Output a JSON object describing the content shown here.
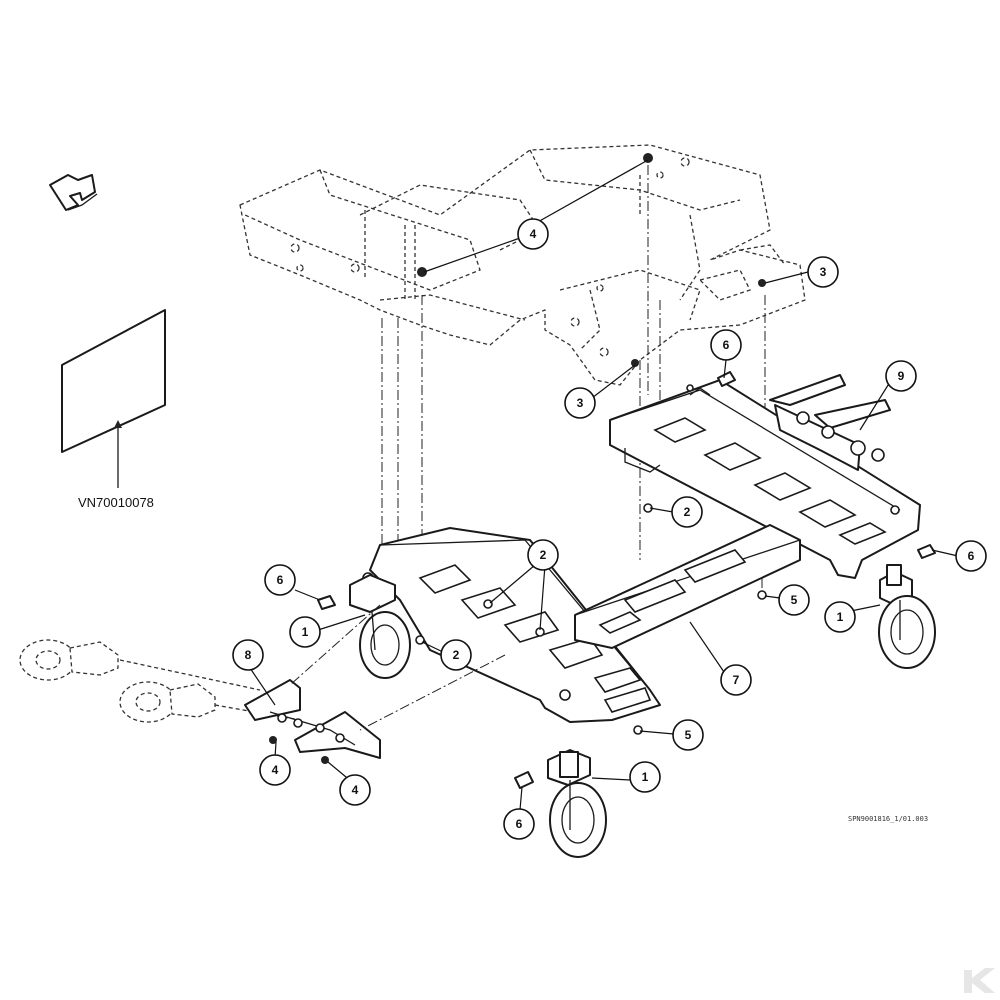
{
  "document_ref": "VN70010078",
  "drawing_code": "SPN9001816_1/01.003",
  "callouts": [
    {
      "id": "c1a",
      "label": "1"
    },
    {
      "id": "c1b",
      "label": "1"
    },
    {
      "id": "c1c",
      "label": "1"
    },
    {
      "id": "c2a",
      "label": "2"
    },
    {
      "id": "c2b",
      "label": "2"
    },
    {
      "id": "c2c",
      "label": "2"
    },
    {
      "id": "c3a",
      "label": "3"
    },
    {
      "id": "c3b",
      "label": "3"
    },
    {
      "id": "c4a",
      "label": "4"
    },
    {
      "id": "c4b",
      "label": "4"
    },
    {
      "id": "c4c",
      "label": "4"
    },
    {
      "id": "c5a",
      "label": "5"
    },
    {
      "id": "c5b",
      "label": "5"
    },
    {
      "id": "c6a",
      "label": "6"
    },
    {
      "id": "c6b",
      "label": "6"
    },
    {
      "id": "c6c",
      "label": "6"
    },
    {
      "id": "c6d",
      "label": "6"
    },
    {
      "id": "c7",
      "label": "7"
    },
    {
      "id": "c8",
      "label": "8"
    },
    {
      "id": "c9",
      "label": "9"
    }
  ]
}
